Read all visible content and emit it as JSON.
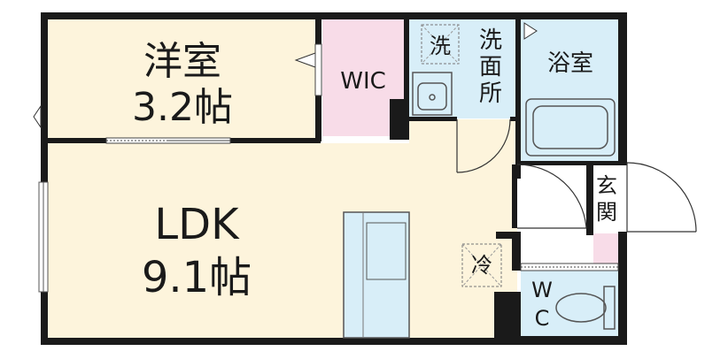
{
  "rooms": {
    "western": {
      "name": "洋室",
      "size": "3.2帖"
    },
    "wic": {
      "name": "WIC"
    },
    "ldk": {
      "name": "LDK",
      "size": "9.1帖"
    },
    "bath": {
      "name": "浴室"
    },
    "washroom": {
      "name_chars": [
        "洗",
        "面",
        "所"
      ]
    },
    "entrance": {
      "name_chars": [
        "玄",
        "関"
      ]
    },
    "toilet": {
      "name_chars": [
        "W",
        "C"
      ]
    }
  },
  "fixtures": {
    "washer": "洗",
    "fridge": "冷"
  },
  "colors": {
    "wall": "#1a1a1a",
    "floor_wood": "#fdf4dc",
    "wic_pink": "#f8dce8",
    "wet_blue": "#d8eef8",
    "entrance_floor": "#ffffff"
  }
}
